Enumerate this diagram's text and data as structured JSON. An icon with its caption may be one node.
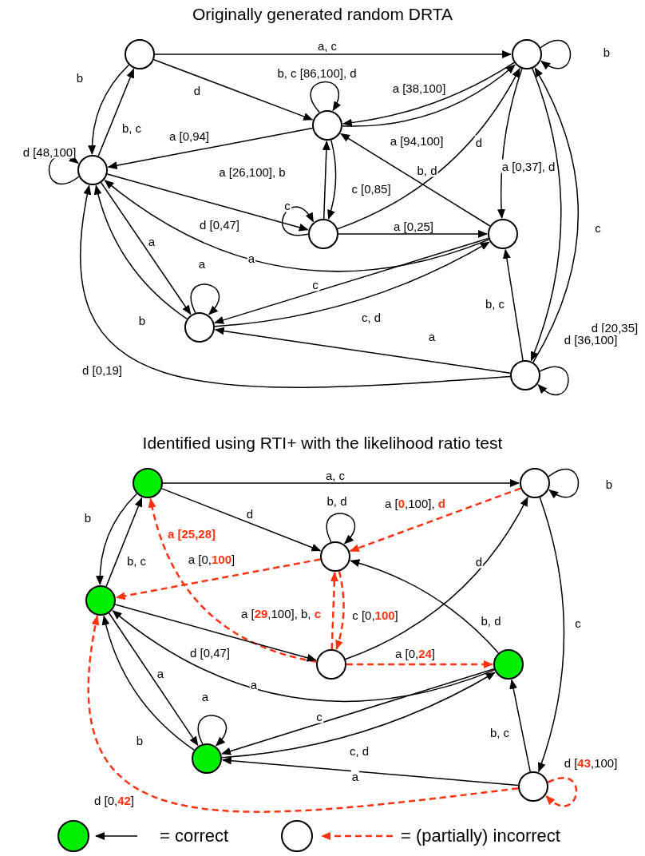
{
  "diagram": {
    "title": "Originally generated random DRTA",
    "nodes": [
      {
        "text": [],
        "shape": "circle"
      },
      {
        "text": [],
        "shape": "circle"
      },
      {
        "text": [],
        "shape": "circle"
      },
      {
        "text": [],
        "shape": "circle"
      },
      {
        "text": [],
        "shape": "circle"
      },
      {
        "text": [],
        "shape": "circle"
      },
      {
        "text": [],
        "shape": "circle"
      },
      {
        "text": [],
        "shape": "circle"
      },
      {
        "text": [],
        "shape": "circle"
      },
      {
        "text": [],
        "shape": "circle"
      },
      {
        "text": [],
        "shape": "circle"
      },
      {
        "text": [],
        "shape": "circle"
      },
      {
        "text": [],
        "shape": "circle"
      },
      {
        "text": [],
        "shape": "circle"
      },
      {
        "text": [],
        "shape": "circle"
      },
      {
        "text": [],
        "shape": "circle"
      }
    ],
    "edges": [
      {
        "from": 0,
        "to": 1,
        "arrow": "to",
        "label": "a, c"
      },
      {
        "from": 0,
        "to": 3,
        "arrow": "to",
        "label": "b"
      },
      {
        "from": 3,
        "to": 0,
        "arrow": "to",
        "label": "b, c"
      },
      {
        "from": 0,
        "to": 2,
        "arrow": "to",
        "label": "d"
      },
      {
        "from": 2,
        "to": 2,
        "arrow": "to",
        "label": "b, c [86,100], d"
      },
      {
        "from": 1,
        "to": 1,
        "arrow": "to",
        "label": "b"
      },
      {
        "from": 1,
        "to": 2,
        "arrow": "to",
        "label": "a [38,100]"
      },
      {
        "from": 2,
        "to": 1,
        "arrow": "to",
        "label": "a [94,100]"
      },
      {
        "from": 2,
        "to": 3,
        "arrow": "to",
        "label": "a [0,94]"
      },
      {
        "from": 3,
        "to": 3,
        "arrow": "to",
        "label": "d [48,100]"
      },
      {
        "from": 4,
        "to": 2,
        "arrow": "to",
        "label": "a [26,100], b"
      },
      {
        "from": 2,
        "to": 4,
        "arrow": "to",
        "label": "c [0,85]"
      },
      {
        "from": 4,
        "to": 4,
        "arrow": "to",
        "label": "c"
      },
      {
        "from": 3,
        "to": 4,
        "arrow": "to",
        "label": "d [0,47]"
      },
      {
        "from": 4,
        "to": 1,
        "arrow": "to",
        "label": "d"
      },
      {
        "from": 5,
        "to": 2,
        "arrow": "to",
        "label": "b, d"
      },
      {
        "from": 1,
        "to": 5,
        "arrow": "to",
        "label": "a [0,37], d"
      },
      {
        "from": 4,
        "to": 5,
        "arrow": "to",
        "label": "a [0,25]"
      },
      {
        "from": 5,
        "to": 3,
        "arrow": "to",
        "label": "a"
      },
      {
        "from": 5,
        "to": 6,
        "arrow": "to",
        "label": "c"
      },
      {
        "from": 6,
        "to": 5,
        "arrow": "to",
        "label": "c, d"
      },
      {
        "from": 3,
        "to": 6,
        "arrow": "to",
        "label": "a"
      },
      {
        "from": 6,
        "to": 3,
        "arrow": "to",
        "label": "b"
      },
      {
        "from": 6,
        "to": 6,
        "arrow": "to",
        "label": "a"
      },
      {
        "from": 7,
        "to": 6,
        "arrow": "to",
        "label": "a"
      },
      {
        "from": 7,
        "to": 3,
        "arrow": "to",
        "label": "d [0,19]"
      },
      {
        "from": 7,
        "to": 5,
        "arrow": "to",
        "label": "b, c"
      },
      {
        "from": 1,
        "to": 7,
        "arrow": "to",
        "label": "c"
      },
      {
        "from": 7,
        "to": 1,
        "arrow": "to",
        "label": "d [20,35]"
      },
      {
        "from": 7,
        "to": 7,
        "arrow": "to",
        "label": "d [36,100]"
      },
      {
        "from": 8,
        "to": 9,
        "arrow": "to",
        "label": "a, c"
      },
      {
        "from": 8,
        "to": 11,
        "arrow": "to",
        "label": "b"
      },
      {
        "from": 11,
        "to": 8,
        "arrow": "to",
        "label": "b, c"
      },
      {
        "from": 8,
        "to": 10,
        "arrow": "to",
        "label": "d"
      },
      {
        "from": 10,
        "to": 10,
        "arrow": "to",
        "label": "b, d"
      },
      {
        "from": 9,
        "to": 9,
        "arrow": "to",
        "label": "b"
      },
      {
        "from": 9,
        "to": 10,
        "arrow": "to",
        "label": "a [**0**,100], **d**",
        "style": "dashed",
        "color": "#ff3311"
      },
      {
        "from": 10,
        "to": 11,
        "arrow": "to",
        "label": "a [0,**100**]",
        "style": "dashed",
        "color": "#ff3311"
      },
      {
        "from": 12,
        "to": 8,
        "arrow": "to",
        "label": "a [25,28]",
        "style": "dashed",
        "color": "#ff3311"
      },
      {
        "from": 12,
        "to": 10,
        "arrow": "to",
        "label": "a [**29**,100], b, **c**",
        "style": "dashed",
        "color": "#ff3311"
      },
      {
        "from": 10,
        "to": 12,
        "arrow": "to",
        "label": "c [0,**100**]",
        "style": "dashed",
        "color": "#ff3311"
      },
      {
        "from": 11,
        "to": 12,
        "arrow": "to",
        "label": "d [0,47]"
      },
      {
        "from": 12,
        "to": 9,
        "arrow": "to",
        "label": "d"
      },
      {
        "from": 13,
        "to": 10,
        "arrow": "to",
        "label": "b, d"
      },
      {
        "from": 9,
        "to": 15,
        "arrow": "to",
        "label": "c"
      },
      {
        "from": 12,
        "to": 13,
        "arrow": "to",
        "label": "a [0,**24**]",
        "style": "dashed",
        "color": "#ff3311"
      },
      {
        "from": 13,
        "to": 11,
        "arrow": "to",
        "label": "a"
      },
      {
        "from": 13,
        "to": 14,
        "arrow": "to",
        "label": "c"
      },
      {
        "from": 14,
        "to": 13,
        "arrow": "to",
        "label": "c, d"
      },
      {
        "from": 11,
        "to": 14,
        "arrow": "to",
        "label": "a"
      },
      {
        "from": 14,
        "to": 11,
        "arrow": "to",
        "label": "b"
      },
      {
        "from": 14,
        "to": 14,
        "arrow": "to",
        "label": "a"
      },
      {
        "from": 15,
        "to": 14,
        "arrow": "to",
        "label": "a"
      },
      {
        "from": 15,
        "to": 11,
        "arrow": "to",
        "label": "d [0,**42**]",
        "style": "dashed",
        "color": "#ff3311"
      },
      {
        "from": 15,
        "to": 13,
        "arrow": "to",
        "label": "b, c"
      },
      {
        "from": 15,
        "to": 15,
        "arrow": "to",
        "label": "d [**43**,100]",
        "style": "dashed",
        "color": "#ff3311"
      }
    ],
    "labels": [
      "Identified using RTI+ with the likelihood ratio test"
    ],
    "legend": [
      {
        "text": "= correct",
        "color": "#00ee00"
      },
      {
        "text": "= (partially) incorrect"
      }
    ]
  }
}
